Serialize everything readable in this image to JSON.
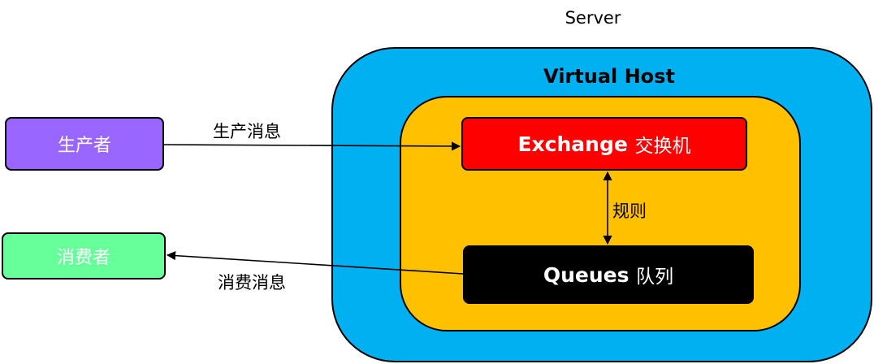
{
  "server": {
    "label": "Server"
  },
  "virtual_host": {
    "title": "Virtual Host"
  },
  "exchange": {
    "name": "Exchange",
    "cn": "交换机"
  },
  "queue": {
    "name": "Queues",
    "cn": "队列"
  },
  "producer": {
    "label": "生产者"
  },
  "consumer": {
    "label": "消费者"
  },
  "edges": {
    "produce": "生产消息",
    "consume": "消费消息",
    "rule": "规则"
  },
  "colors": {
    "server": "#00b0f0",
    "virtual_host": "#ffc000",
    "exchange": "#ff0000",
    "queue": "#000000",
    "producer": "#9966ff",
    "consumer": "#66ff99"
  }
}
